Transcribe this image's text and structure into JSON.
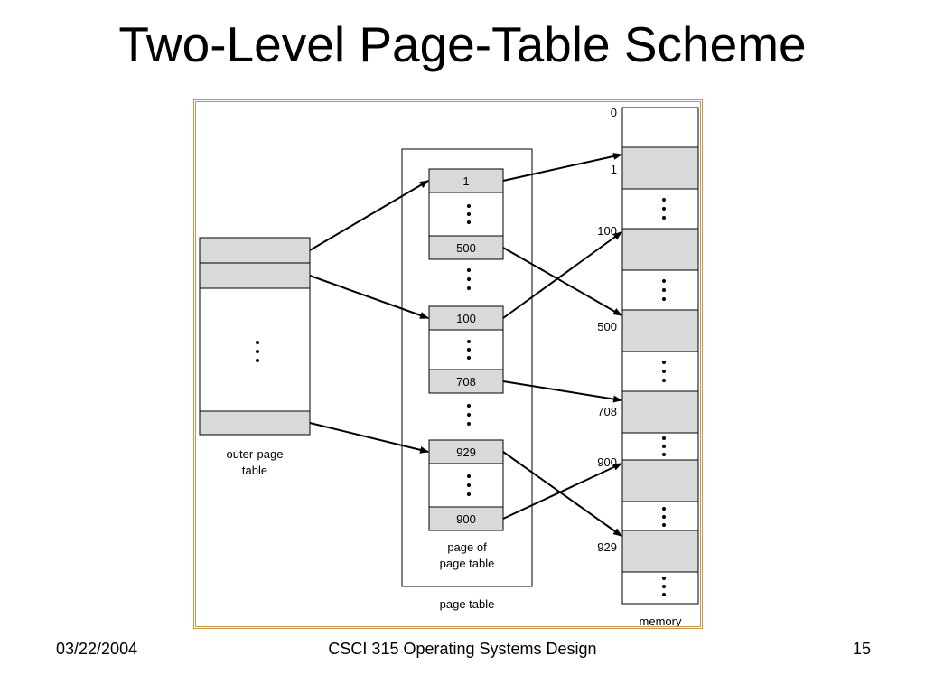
{
  "slide": {
    "title": "Two-Level Page-Table Scheme",
    "footer_date": "03/22/2004",
    "footer_course": "CSCI 315 Operating Systems Design",
    "footer_page": "15"
  },
  "diagram": {
    "outer_label_line1": "outer-page",
    "outer_label_line2": "table",
    "inner_label_line1": "page of",
    "inner_label_line2": "page table",
    "page_table_label": "page table",
    "memory_label": "memory",
    "entries": [
      "1",
      "500",
      "100",
      "708",
      "929",
      "900"
    ],
    "memory_addresses": [
      "0",
      "1",
      "100",
      "500",
      "708",
      "900",
      "929"
    ]
  },
  "colors": {
    "frame_border": "#c8964a",
    "cell_shaded": "#d9d9d9",
    "line": "#000000"
  }
}
